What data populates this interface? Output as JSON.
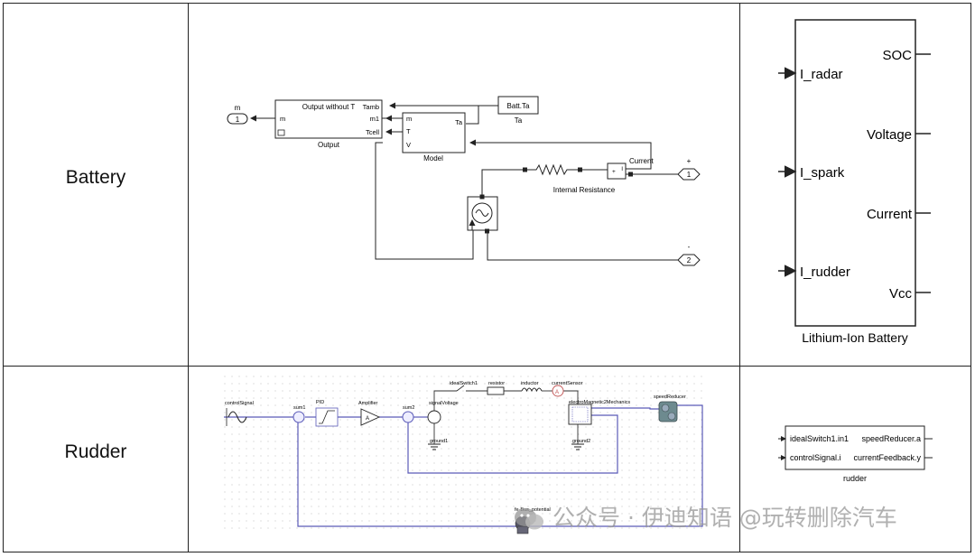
{
  "rows": [
    {
      "label": "Battery"
    },
    {
      "label": "Rudder"
    }
  ],
  "battery_sim": {
    "outport_m_label": "m",
    "outport_m_num": "1",
    "output_block_title": "Output without T",
    "output_block_name": "Output",
    "output_port_m": "m",
    "output_port_tamb": "Tamb",
    "output_port_m1": "m1",
    "output_port_tcell": "Tcell",
    "model_port_m": "m",
    "model_port_t": "T",
    "model_port_v": "V",
    "model_port_ta": "Ta",
    "model_name": "Model",
    "batt_ta_label": "Batt.Ta",
    "ta_label": "Ta",
    "current_label": "Current",
    "internal_resistance_label": "Internal Resistance",
    "plus_label": "+",
    "minus_label": "-",
    "port1_num": "1",
    "port2_num": "2",
    "sensor_port_plus": "+",
    "sensor_port_i": "I"
  },
  "battery_block": {
    "inputs": [
      "I_radar",
      "I_spark",
      "I_rudder"
    ],
    "outputs": [
      "SOC",
      "Voltage",
      "Current",
      "Vcc"
    ],
    "name": "Lithium-Ion Battery"
  },
  "rudder_sim": {
    "blocks": [
      "controlSignal",
      "sum1",
      "PID",
      "Amplifier",
      "sum2",
      "signalVoltage",
      "ground1",
      "idealSwitch1",
      "resistor",
      "inductor",
      "currentSensor",
      "electroMagnetic2Mechanics",
      "ground2",
      "speedReducer",
      "fe-Bus_potential"
    ]
  },
  "rudder_block": {
    "inputs": [
      "idealSwitch1.in1",
      "controlSignal.i"
    ],
    "outputs": [
      "speedReducer.a",
      "currentFeedback.y"
    ],
    "name": "rudder"
  },
  "watermark": "公众号 · 伊迪知语 @玩转删除汽车"
}
